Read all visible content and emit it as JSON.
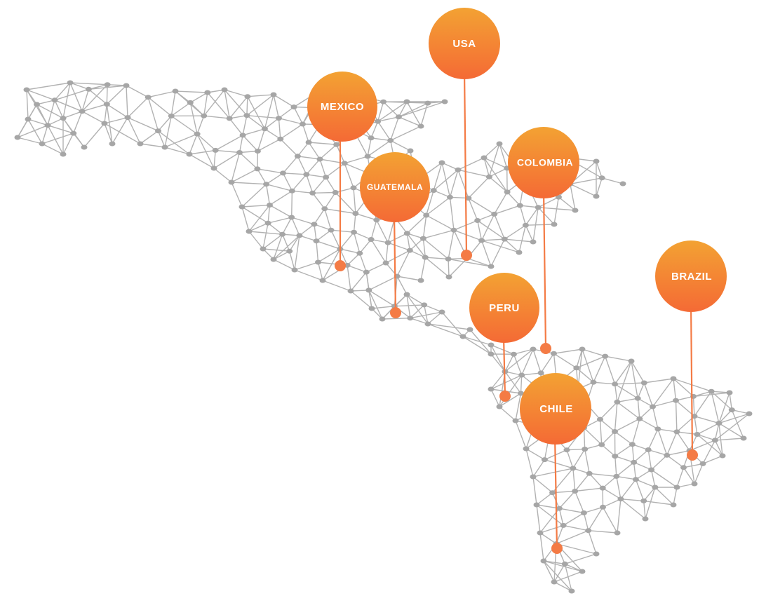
{
  "map": {
    "colors": {
      "background": "#ffffff",
      "network_edge": "#b2b2b2",
      "network_node": "#a6a6a6",
      "marker_top": "#f3a233",
      "marker_bottom": "#f46a35",
      "marker_line": "#f47b45"
    },
    "markers": [
      {
        "id": "usa",
        "label": "USA"
      },
      {
        "id": "mexico",
        "label": "MEXICO"
      },
      {
        "id": "guatemala",
        "label": "GUATEMALA"
      },
      {
        "id": "colombia",
        "label": "COLOMBIA"
      },
      {
        "id": "peru",
        "label": "PERU"
      },
      {
        "id": "brazil",
        "label": "BRAZIL"
      },
      {
        "id": "chile",
        "label": "CHILE"
      }
    ]
  }
}
